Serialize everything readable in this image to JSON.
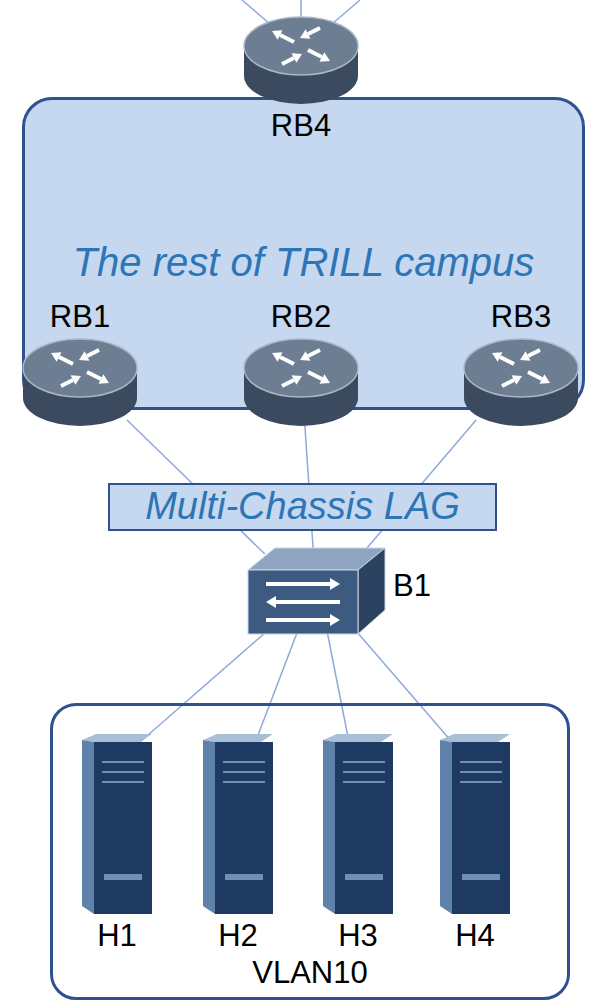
{
  "diagram": {
    "nodes": [
      {
        "text": [
          "The rest of TRILL campus"
        ]
      },
      {
        "text": [
          "RB4"
        ],
        "in": 0
      },
      {
        "text": [
          "RB1"
        ],
        "in": 0
      },
      {
        "text": [
          "RB2"
        ],
        "in": 0
      },
      {
        "text": [
          "RB3"
        ],
        "in": 0
      },
      {
        "text": [
          "Multi-Chassis LAG"
        ]
      },
      {
        "text": [
          "B1"
        ]
      },
      {
        "text": [
          "VLAN10"
        ]
      },
      {
        "text": [
          "H1"
        ],
        "in": 7
      },
      {
        "text": [
          "H2"
        ],
        "in": 7
      },
      {
        "text": [
          "H3"
        ],
        "in": 7
      },
      {
        "text": [
          "H4"
        ],
        "in": 7
      }
    ],
    "edges": [
      {
        "from": 2,
        "to": 6,
        "arrow": "none"
      },
      {
        "from": 3,
        "to": 6,
        "arrow": "none"
      },
      {
        "from": 4,
        "to": 6,
        "arrow": "none"
      },
      {
        "from": 6,
        "to": 8,
        "arrow": "none"
      },
      {
        "from": 6,
        "to": 9,
        "arrow": "none"
      },
      {
        "from": 6,
        "to": 10,
        "arrow": "none"
      },
      {
        "from": 6,
        "to": 11,
        "arrow": "none"
      }
    ]
  }
}
